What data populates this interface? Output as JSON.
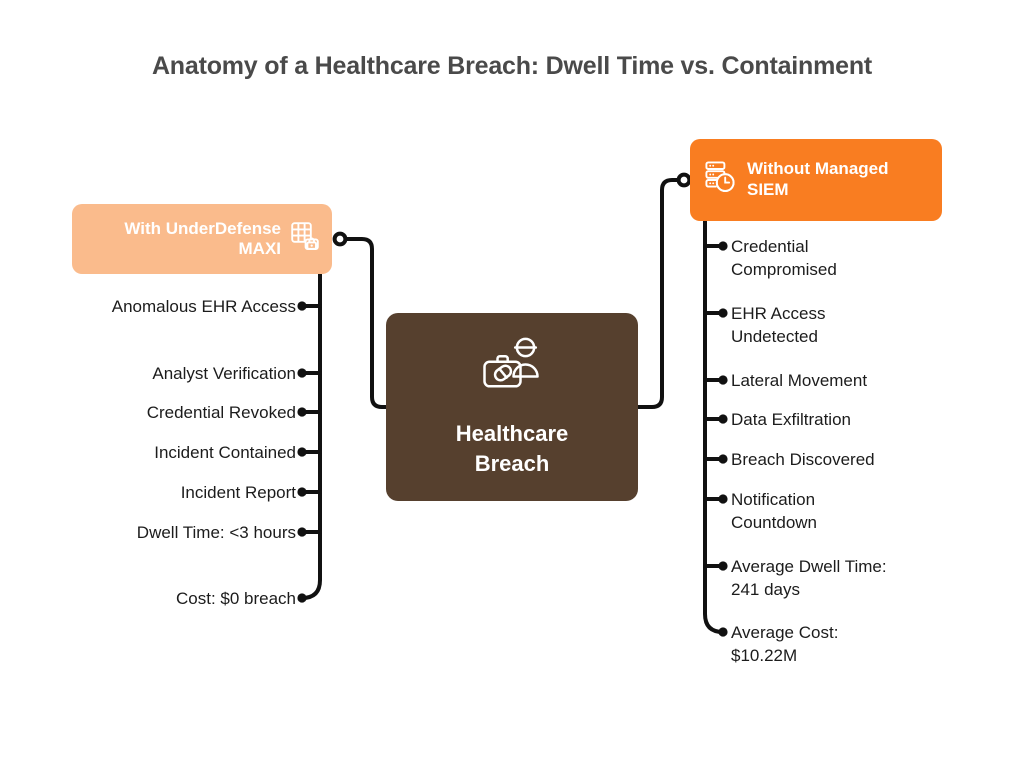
{
  "title": "Anatomy of a Healthcare Breach: Dwell Time vs. Containment",
  "colors": {
    "peach": "#FABB8C",
    "orange": "#F97D21",
    "brown": "#56402E",
    "title_gray": "#4A4A4A",
    "line_black": "#111111",
    "text_black": "#1C1C1C",
    "node_text": "#FFFFFF",
    "page_background": "#FFFFFF"
  },
  "center": {
    "label_line1": "Healthcare",
    "label_line2": "Breach",
    "icon": "doctor-medical-bag-icon"
  },
  "branches": [
    {
      "id": "left",
      "side": "left",
      "node_label": "With UnderDefense MAXI",
      "node_icon": "grid-lock-icon",
      "node_color": "#FABB8C",
      "items": [
        {
          "label": "Anomalous EHR Access"
        },
        {
          "label": "Analyst Verification"
        },
        {
          "label": "Credential Revoked"
        },
        {
          "label": "Incident Contained"
        },
        {
          "label": "Incident Report"
        },
        {
          "label": "Dwell Time: <3 hours"
        },
        {
          "label": "Cost: $0 breach"
        }
      ]
    },
    {
      "id": "right",
      "side": "right",
      "node_label": "Without Managed SIEM",
      "node_icon": "server-clock-icon",
      "node_color": "#F97D21",
      "items": [
        {
          "label": "Credential Compromised"
        },
        {
          "label": "EHR Access Undetected"
        },
        {
          "label": "Lateral Movement"
        },
        {
          "label": "Data Exfiltration"
        },
        {
          "label": "Breach Discovered"
        },
        {
          "label": "Notification Countdown"
        },
        {
          "label": "Average Dwell Time: 241 days"
        },
        {
          "label": "Average Cost: $10.22M"
        }
      ]
    }
  ]
}
